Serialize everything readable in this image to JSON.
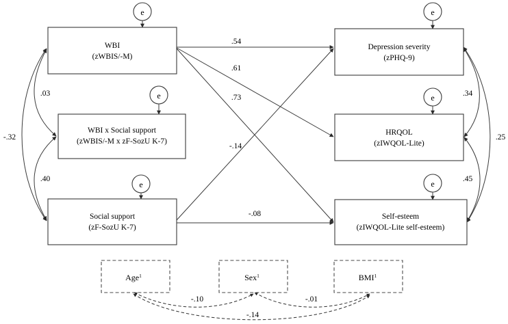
{
  "diagram": {
    "type": "structural-equation-model",
    "title": "",
    "error_term_label": "e"
  },
  "nodes": {
    "wbi": {
      "line1": "WBI",
      "line2": "(zWBIS/-M)"
    },
    "interaction": {
      "line1": "WBI x Social support",
      "line2": "(zWBIS/-M x zF-SozU K-7)"
    },
    "social_support": {
      "line1": "Social support",
      "line2": "(zF-SozU K-7)"
    },
    "depression": {
      "line1": "Depression severity",
      "line2": "(zPHQ-9)"
    },
    "hrqol": {
      "line1": "HRQOL",
      "line2": "(zIWQOL-Lite)"
    },
    "self_esteem": {
      "line1": "Self-esteem",
      "line2": "(zIWQOL-Lite self-esteem)"
    }
  },
  "covariates": {
    "age": {
      "label": "Age",
      "superscript": "1"
    },
    "sex": {
      "label": "Sex",
      "superscript": "1"
    },
    "bmi": {
      "label": "BMI",
      "superscript": "1"
    }
  },
  "errors": {
    "e_wbi": "e",
    "e_interaction": "e",
    "e_social_support": "e",
    "e_depression": "e",
    "e_hrqol": "e",
    "e_self_esteem": "e"
  },
  "coefficients": {
    "wbi_to_depression": ".54",
    "wbi_to_hrqol": ".61",
    "wbi_to_self_esteem": ".73",
    "social_to_depression": "-.14",
    "social_to_self_esteem": "-.08",
    "wbi_cov_interaction": ".03",
    "wbi_cov_social": "-.32",
    "interaction_cov_social": ".40",
    "depression_cov_hrqol": ".34",
    "depression_cov_self_esteem": ".25",
    "hrqol_cov_self_esteem": ".45",
    "age_cov_sex": "-.10",
    "sex_cov_bmi": "-.01",
    "age_cov_bmi": "-.14"
  },
  "chart_data": {
    "type": "diagram",
    "nodes": [
      {
        "id": "wbi",
        "label": "WBI (zWBIS/-M)",
        "column": "left",
        "row": 1
      },
      {
        "id": "interaction",
        "label": "WBI x Social support (zWBIS/-M x zF-SozU K-7)",
        "column": "left",
        "row": 2
      },
      {
        "id": "social_support",
        "label": "Social support (zF-SozU K-7)",
        "column": "left",
        "row": 3
      },
      {
        "id": "depression",
        "label": "Depression severity (zPHQ-9)",
        "column": "right",
        "row": 1
      },
      {
        "id": "hrqol",
        "label": "HRQOL (zIWQOL-Lite)",
        "column": "right",
        "row": 2
      },
      {
        "id": "self_esteem",
        "label": "Self-esteem (zIWQOL-Lite self-esteem)",
        "column": "right",
        "row": 3
      },
      {
        "id": "age",
        "label": "Age1",
        "column": "bottom",
        "row": 4
      },
      {
        "id": "sex",
        "label": "Sex1",
        "column": "bottom",
        "row": 4
      },
      {
        "id": "bmi",
        "label": "BMI1",
        "column": "bottom",
        "row": 4
      }
    ],
    "directed_paths": [
      {
        "from": "wbi",
        "to": "depression",
        "value": 0.54,
        "label": ".54"
      },
      {
        "from": "wbi",
        "to": "hrqol",
        "value": 0.61,
        "label": ".61"
      },
      {
        "from": "wbi",
        "to": "self_esteem",
        "value": 0.73,
        "label": ".73"
      },
      {
        "from": "social_support",
        "to": "depression",
        "value": -0.14,
        "label": "-.14"
      },
      {
        "from": "social_support",
        "to": "self_esteem",
        "value": -0.08,
        "label": "-.08"
      }
    ],
    "covariances": [
      {
        "between": [
          "wbi",
          "interaction"
        ],
        "value": 0.03,
        "label": ".03"
      },
      {
        "between": [
          "wbi",
          "social_support"
        ],
        "value": -0.32,
        "label": "-.32"
      },
      {
        "between": [
          "interaction",
          "social_support"
        ],
        "value": 0.4,
        "label": ".40"
      },
      {
        "between": [
          "depression",
          "hrqol"
        ],
        "value": 0.34,
        "label": ".34"
      },
      {
        "between": [
          "depression",
          "self_esteem"
        ],
        "value": 0.25,
        "label": ".25"
      },
      {
        "between": [
          "hrqol",
          "self_esteem"
        ],
        "value": 0.45,
        "label": ".45"
      },
      {
        "between": [
          "age",
          "sex"
        ],
        "value": -0.1,
        "label": "-.10"
      },
      {
        "between": [
          "sex",
          "bmi"
        ],
        "value": -0.01,
        "label": "-.01"
      },
      {
        "between": [
          "age",
          "bmi"
        ],
        "value": -0.14,
        "label": "-.14"
      }
    ],
    "error_terms": [
      "e_wbi",
      "e_interaction",
      "e_social_support",
      "e_depression",
      "e_hrqol",
      "e_self_esteem"
    ]
  }
}
